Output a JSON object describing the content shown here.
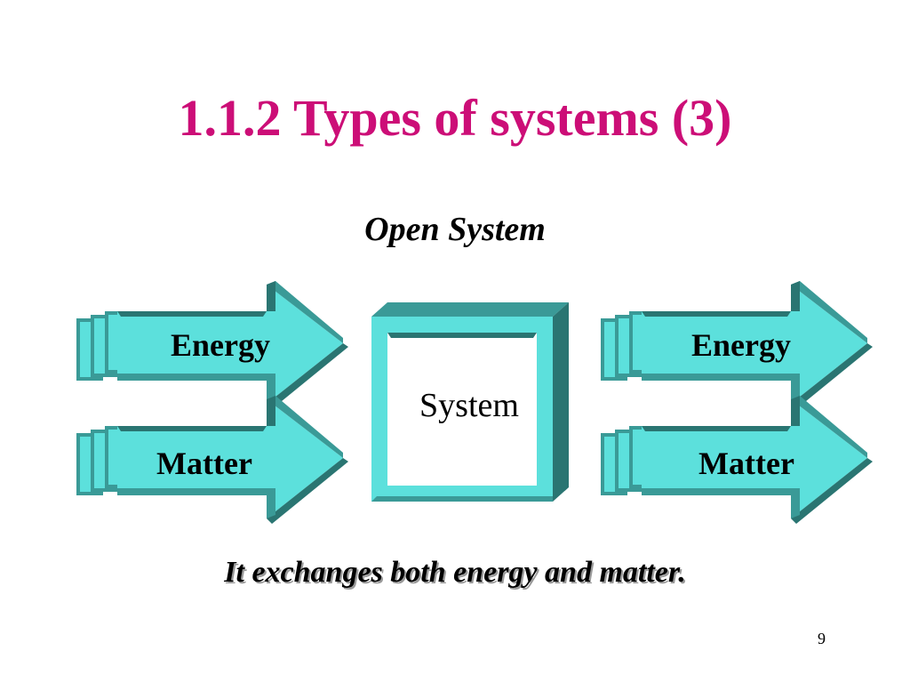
{
  "slide": {
    "title": "1.1.2 Types of systems (3)",
    "subtitle": "Open System",
    "caption": "It exchanges both energy and matter.",
    "page_number": "9"
  },
  "diagram": {
    "input_arrows": [
      {
        "label": "Energy"
      },
      {
        "label": "Matter"
      }
    ],
    "system_box": {
      "label": "System"
    },
    "output_arrows": [
      {
        "label": "Energy"
      },
      {
        "label": "Matter"
      }
    ]
  },
  "colors": {
    "title": "#cc0e77",
    "arrow_face": "#5ce0dc",
    "arrow_shade": "#3a9a97",
    "arrow_dark": "#2a7572",
    "box_inner": "#ffffff"
  }
}
